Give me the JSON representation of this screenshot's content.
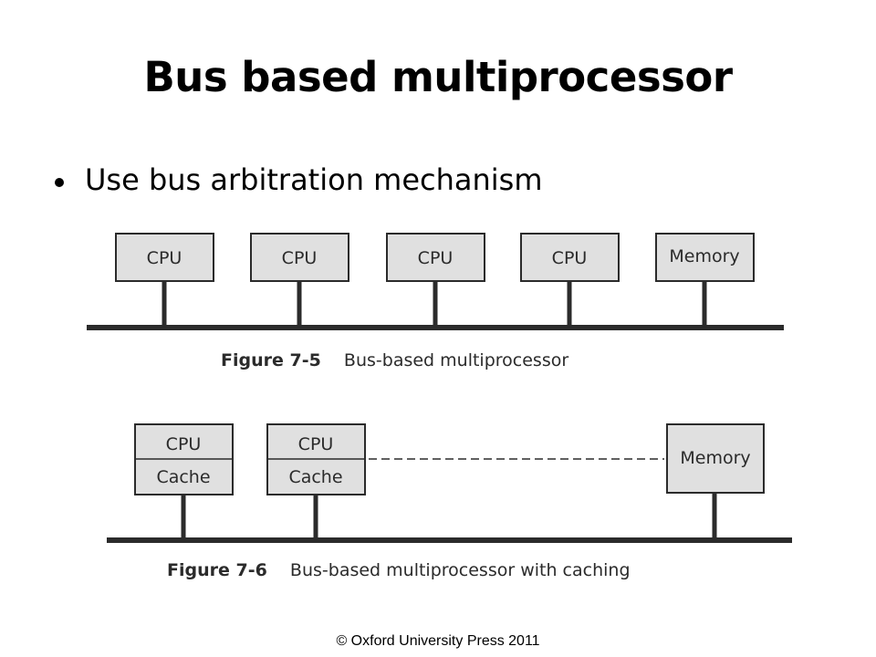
{
  "slide": {
    "title": "Bus based multiprocessor",
    "bullets": [
      "Use bus arbitration mechanism"
    ],
    "footer": "© Oxford University Press 2011"
  },
  "figure1": {
    "boxes": [
      "CPU",
      "CPU",
      "CPU",
      "CPU",
      "Memory"
    ],
    "caption_number": "Figure 7-5",
    "caption_text": "Bus-based multiprocessor"
  },
  "figure2": {
    "processors": [
      {
        "top": "CPU",
        "bottom": "Cache"
      },
      {
        "top": "CPU",
        "bottom": "Cache"
      }
    ],
    "memory": "Memory",
    "caption_number": "Figure 7-6",
    "caption_text": "Bus-based multiprocessor with caching"
  }
}
